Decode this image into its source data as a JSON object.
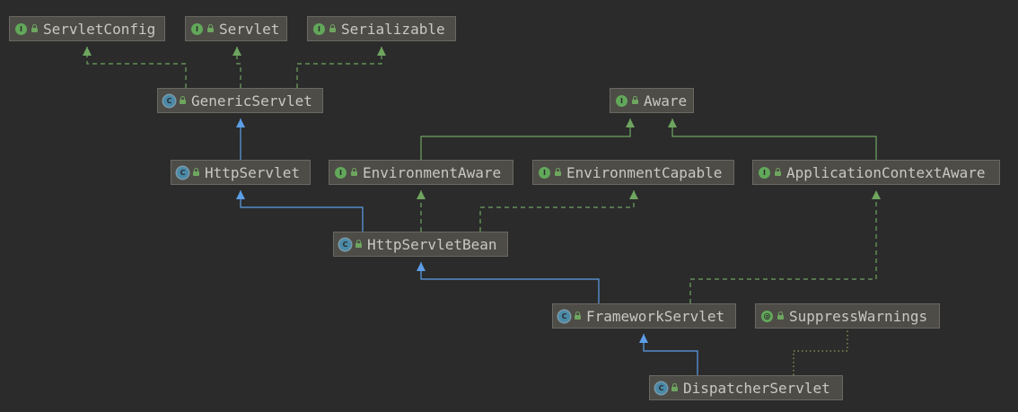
{
  "nodes": {
    "servlet_config": {
      "label": "ServletConfig",
      "kind": "interface",
      "badge": "I"
    },
    "servlet": {
      "label": "Servlet",
      "kind": "interface",
      "badge": "I"
    },
    "serializable": {
      "label": "Serializable",
      "kind": "interface",
      "badge": "I"
    },
    "generic_servlet": {
      "label": "GenericServlet",
      "kind": "abstract-class",
      "badge": "C"
    },
    "aware": {
      "label": "Aware",
      "kind": "interface",
      "badge": "I"
    },
    "http_servlet": {
      "label": "HttpServlet",
      "kind": "abstract-class",
      "badge": "C"
    },
    "environment_aware": {
      "label": "EnvironmentAware",
      "kind": "interface",
      "badge": "I"
    },
    "environment_capable": {
      "label": "EnvironmentCapable",
      "kind": "interface",
      "badge": "I"
    },
    "application_context_aware": {
      "label": "ApplicationContextAware",
      "kind": "interface",
      "badge": "I"
    },
    "http_servlet_bean": {
      "label": "HttpServletBean",
      "kind": "abstract-class",
      "badge": "C"
    },
    "framework_servlet": {
      "label": "FrameworkServlet",
      "kind": "abstract-class",
      "badge": "C"
    },
    "suppress_warnings": {
      "label": "SuppressWarnings",
      "kind": "annotation",
      "badge": "@"
    },
    "dispatcher_servlet": {
      "label": "DispatcherServlet",
      "kind": "class",
      "badge": "C"
    }
  },
  "edges": [
    {
      "from": "generic_servlet",
      "to": "servlet_config",
      "type": "implements"
    },
    {
      "from": "generic_servlet",
      "to": "servlet",
      "type": "implements"
    },
    {
      "from": "generic_servlet",
      "to": "serializable",
      "type": "implements"
    },
    {
      "from": "http_servlet",
      "to": "generic_servlet",
      "type": "extends"
    },
    {
      "from": "environment_aware",
      "to": "aware",
      "type": "interface-extends"
    },
    {
      "from": "application_context_aware",
      "to": "aware",
      "type": "interface-extends"
    },
    {
      "from": "http_servlet_bean",
      "to": "http_servlet",
      "type": "extends"
    },
    {
      "from": "http_servlet_bean",
      "to": "environment_aware",
      "type": "implements"
    },
    {
      "from": "http_servlet_bean",
      "to": "environment_capable",
      "type": "implements"
    },
    {
      "from": "framework_servlet",
      "to": "http_servlet_bean",
      "type": "extends"
    },
    {
      "from": "framework_servlet",
      "to": "application_context_aware",
      "type": "implements"
    },
    {
      "from": "dispatcher_servlet",
      "to": "framework_servlet",
      "type": "extends"
    },
    {
      "from": "dispatcher_servlet",
      "to": "suppress_warnings",
      "type": "annotated-by"
    }
  ],
  "colors": {
    "background": "#2b2b2b",
    "extends": "#5c9ee8",
    "implements": "#6ea55f",
    "annotated_by": "#8ea35a"
  }
}
